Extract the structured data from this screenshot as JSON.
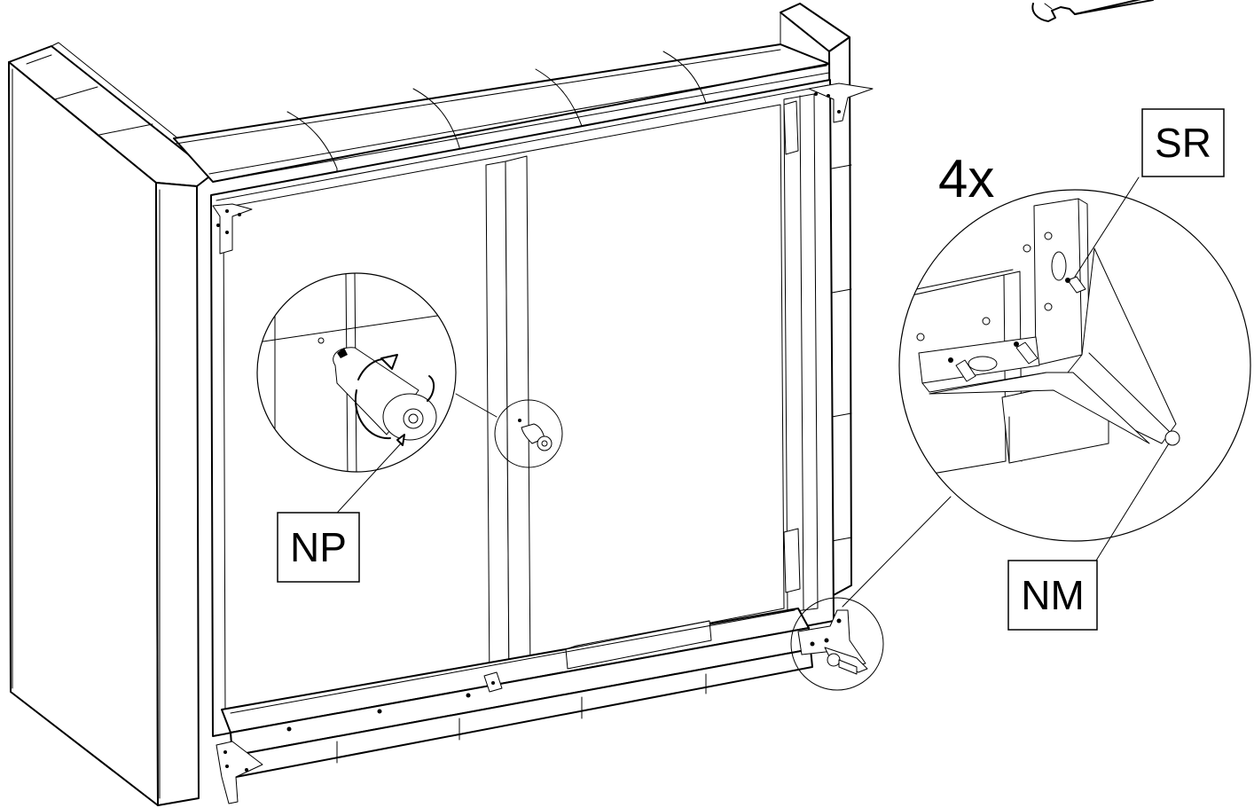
{
  "quantity": "4x",
  "labels": {
    "np": "NP",
    "sr": "SR",
    "nm": "NM"
  },
  "icons": [
    "wrench-icon"
  ]
}
